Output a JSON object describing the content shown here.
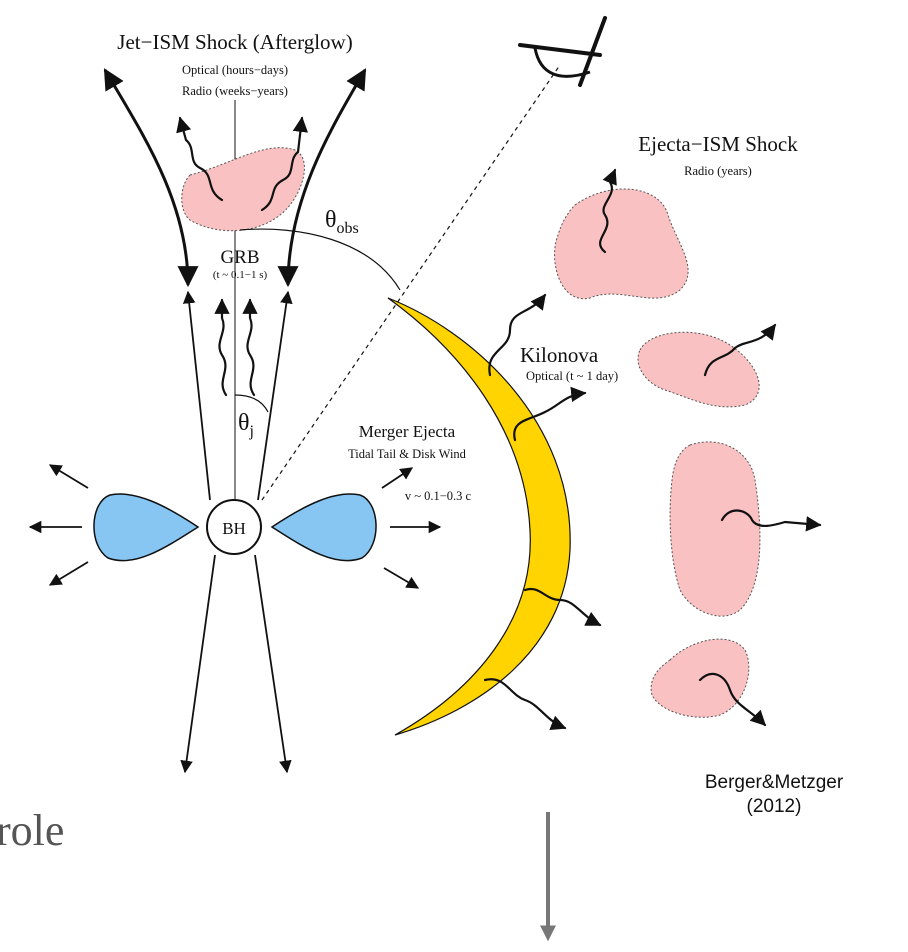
{
  "labels": {
    "jet_shock_title": "Jet−ISM Shock (Afterglow)",
    "jet_optical": "Optical (hours−days)",
    "jet_radio": "Radio (weeks−years)",
    "ejecta_shock_title": "Ejecta−ISM Shock",
    "ejecta_radio": "Radio (years)",
    "theta_obs": "θ",
    "theta_obs_sub": "obs",
    "grb": "GRB",
    "grb_time": "(t ~ 0.1−1 s)",
    "kilonova": "Kilonova",
    "kilonova_optical": "Optical (t ~ 1 day)",
    "theta_j": "θ",
    "theta_j_sub": "j",
    "merger_ejecta": "Merger Ejecta",
    "tidal_tail": "Tidal Tail & Disk Wind",
    "velocity": "v ~ 0.1−0.3 c",
    "bh": "BH",
    "citation_line1": "Berger&Metzger",
    "citation_line2": "(2012)",
    "partial_word": "role"
  },
  "colors": {
    "cloud_pink": "#f9c1c1",
    "lobe_blue": "#87c6f3",
    "ejecta_yellow": "#ffd400",
    "arrow_gray": "#777777"
  }
}
